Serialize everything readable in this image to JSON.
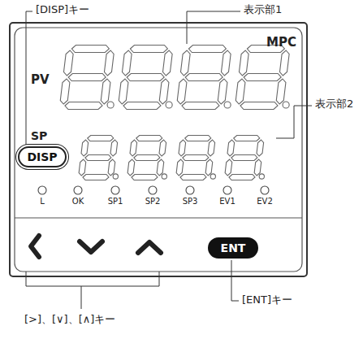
{
  "diagram": {
    "nodes": [
      {
        "text": [
          "DISP"
        ]
      },
      {
        "text": [
          "ENT"
        ]
      }
    ],
    "labels": [
      "[DISP]キー",
      "表示部1",
      "MPC",
      "PV",
      "表示部2",
      "SP",
      "L",
      "OK",
      "SP1",
      "SP2",
      "SP3",
      "EV1",
      "EV2",
      "[>]、[∨]、[∧]キー",
      "[ENT]キー"
    ]
  }
}
